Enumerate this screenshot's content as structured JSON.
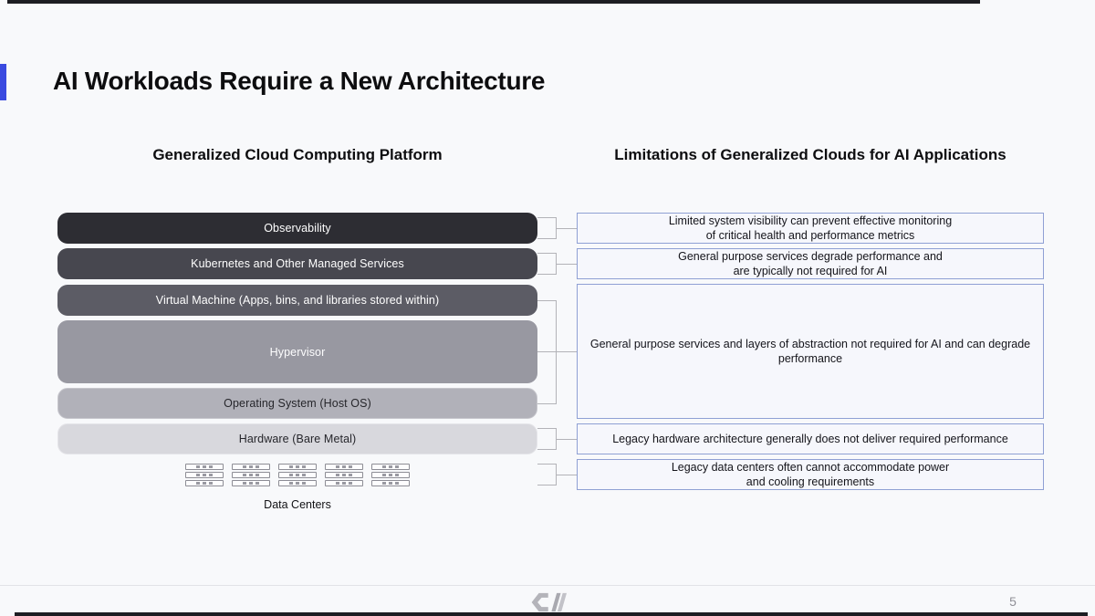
{
  "slide": {
    "title": "AI Workloads Require a New Architecture"
  },
  "left_column": {
    "header": "Generalized Cloud Computing Platform",
    "layers": [
      {
        "label": "Observability",
        "color": "#2d2d33"
      },
      {
        "label": "Kubernetes and Other Managed Services",
        "color": "#47474f"
      },
      {
        "label": "Virtual Machine (Apps, bins, and libraries stored within)",
        "color": "#5c5c65"
      },
      {
        "label": "Hypervisor",
        "color": "#9898a1"
      },
      {
        "label": "Operating System (Host OS)",
        "color": "#b1b1b9"
      },
      {
        "label": "Hardware (Bare Metal)",
        "color": "#d8d8dd"
      }
    ],
    "datacenters_label": "Data Centers",
    "datacenter_icon": "server-rack-icon",
    "datacenter_icon_count": 5
  },
  "right_column": {
    "header": "Limitations of Generalized Clouds for AI Applications",
    "limitations": [
      {
        "text": "Limited system visibility can prevent effective monitoring\nof critical health and performance metrics"
      },
      {
        "text": "General purpose services degrade performance and\nare typically not required for AI"
      },
      {
        "text": "General purpose services and layers of abstraction not required for AI and can degrade\nperformance"
      },
      {
        "text": "Legacy hardware architecture generally does not deliver required performance"
      },
      {
        "text": "Legacy data centers often cannot accommodate power\nand cooling requirements"
      }
    ]
  },
  "footer": {
    "logo": "coreweave-logo",
    "page_number": "5"
  },
  "colors": {
    "accent_blue": "#3a4ae0",
    "top_bottom_bar": "#1d1d22",
    "limitation_border": "#8fa0d4",
    "limitation_fill": "#f6f7fc",
    "connector_gray": "#b3b3b8",
    "logo_gray": "#b4b4ba",
    "background": "#f8f9fb"
  }
}
